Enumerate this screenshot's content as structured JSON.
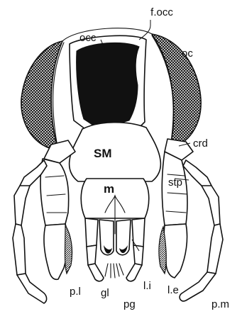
{
  "labels": {
    "foramen_occipital": "f.occ",
    "occiput": "occ",
    "compound_eye": "oc",
    "cardo": "crd",
    "submentum": "SM",
    "stipes": "stp",
    "mentum": "m",
    "labial_palp": "p.l",
    "glossa": "gl",
    "paraglossa": "pg",
    "lacinia": "l.i",
    "galea": "l.e",
    "maxillary_palp": "p.m"
  },
  "colors": {
    "ink": "#111111",
    "paper": "#ffffff"
  }
}
